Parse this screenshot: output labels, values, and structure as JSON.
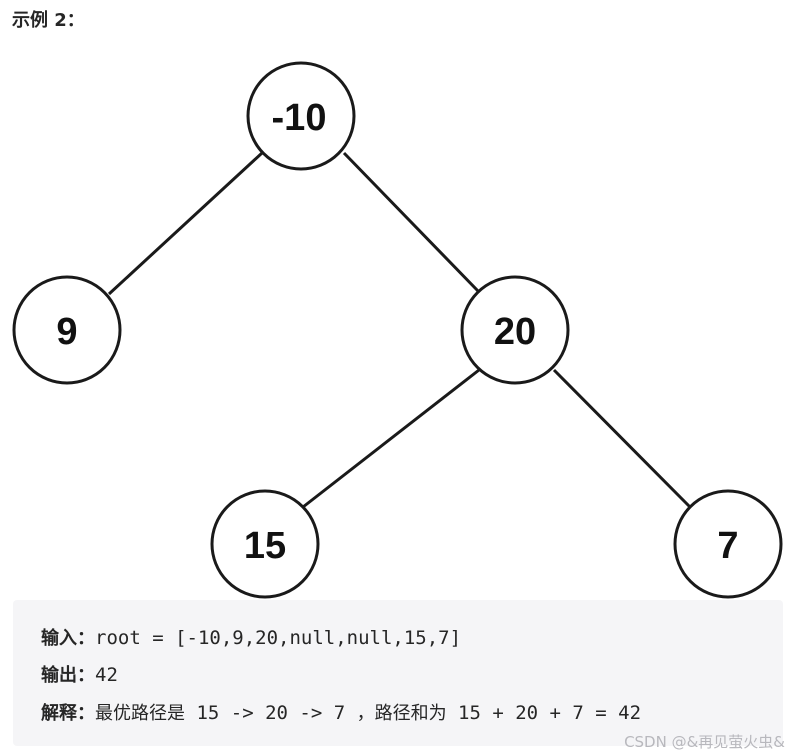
{
  "heading": "示例 2：",
  "tree": {
    "nodes": {
      "root": "-10",
      "left": "9",
      "right": "20",
      "right_left": "15",
      "right_right": "7"
    }
  },
  "example": {
    "input_label": "输入：",
    "input_value": "root = [-10,9,20,null,null,15,7]",
    "output_label": "输出：",
    "output_value": "42",
    "explain_label": "解释：",
    "explain_text": "最优路径是",
    "explain_path": " 15 -> 20 -> 7 ",
    "explain_sep": "，",
    "explain_text2": "路径和为",
    "explain_sum": " 15 + 20 + 7 = 42"
  },
  "watermark": "CSDN @&再见萤火虫&"
}
